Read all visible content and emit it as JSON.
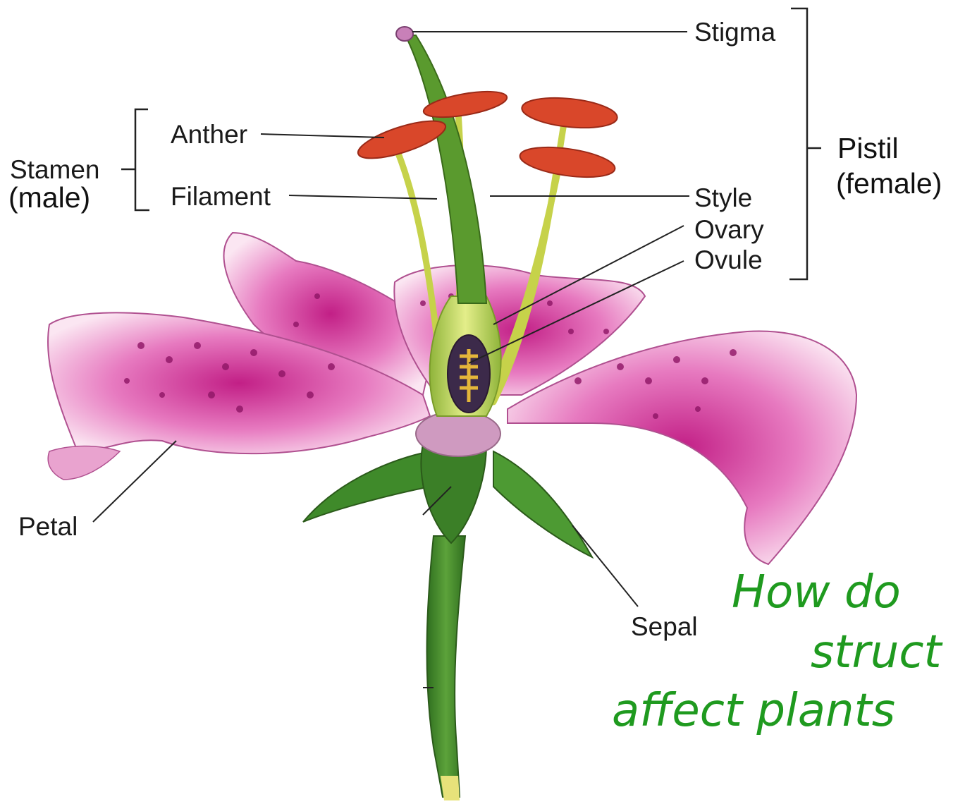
{
  "labels": {
    "stigma": "Stigma",
    "anther": "Anther",
    "filament": "Filament",
    "stamen": "Stamen",
    "stamen_note": "(male)",
    "pistil": "Pistil",
    "pistil_note": "(female)",
    "style": "Style",
    "ovary": "Ovary",
    "ovule": "Ovule",
    "petal": "Petal",
    "sepal": "Sepal"
  },
  "question": {
    "line1": "How do",
    "line2": "struct",
    "line3": "affect plants"
  },
  "colors": {
    "petal": "#d63b9b",
    "petal_light": "#f4c6e2",
    "stem": "#3f8a2a",
    "anther": "#d2452a",
    "style": "#cfe06a",
    "question_text": "#1f9a1f"
  }
}
